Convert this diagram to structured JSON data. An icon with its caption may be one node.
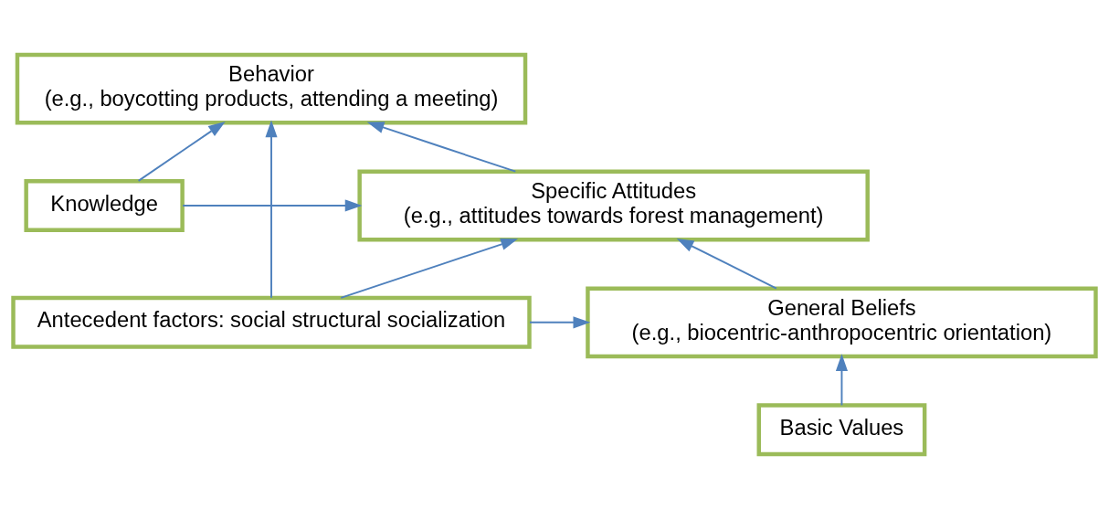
{
  "diagram": {
    "nodes": [
      {
        "text": [
          "Behavior",
          "(e.g., boycotting products, attending a meeting)"
        ]
      },
      {
        "text": [
          "Knowledge"
        ]
      },
      {
        "text": [
          "Specific Attitudes",
          "(e.g., attitudes towards forest management)"
        ]
      },
      {
        "text": [
          "Antecedent factors: social structural socialization"
        ]
      },
      {
        "text": [
          "General Beliefs",
          "(e.g., biocentric-anthropocentric orientation)"
        ]
      },
      {
        "text": [
          "Basic Values"
        ]
      }
    ],
    "edges": [
      {
        "from": 1,
        "to": 0,
        "arrow": "to"
      },
      {
        "from": 1,
        "to": 2,
        "arrow": "to"
      },
      {
        "from": 2,
        "to": 0,
        "arrow": "to"
      },
      {
        "from": 3,
        "to": 0,
        "arrow": "to"
      },
      {
        "from": 3,
        "to": 2,
        "arrow": "to"
      },
      {
        "from": 3,
        "to": 4,
        "arrow": "to"
      },
      {
        "from": 4,
        "to": 2,
        "arrow": "to"
      },
      {
        "from": 5,
        "to": 4,
        "arrow": "to"
      }
    ]
  }
}
